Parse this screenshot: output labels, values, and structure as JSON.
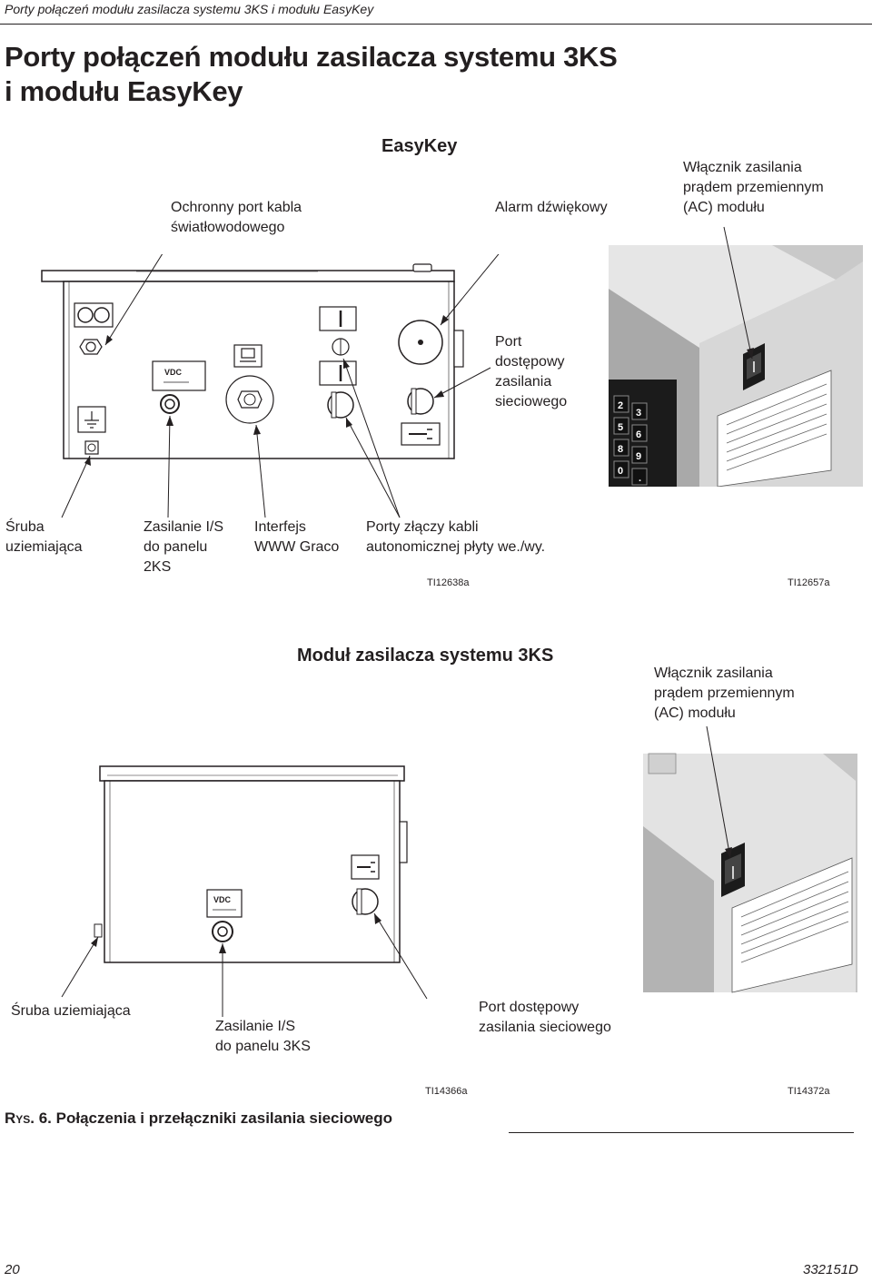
{
  "header": {
    "running_title": "Porty połączeń modułu zasilacza systemu 3KS i modułu EasyKey"
  },
  "title": {
    "line1": "Porty połączeń modułu zasilacza systemu 3KS",
    "line2": "i modułu EasyKey"
  },
  "section1": {
    "heading": "EasyKey",
    "callouts": {
      "fiber_port": [
        "Ochronny port kabla",
        "światłowodowego"
      ],
      "alarm": [
        "Alarm dźwiękowy"
      ],
      "ac_switch": [
        "Włącznik zasilania",
        "prądem przemiennym",
        "(AC) modułu"
      ],
      "mains_port": [
        "Port",
        "dostępowy",
        "zasilania",
        "sieciowego"
      ],
      "ground_screw": [
        "Śruba",
        "uziemiająca"
      ],
      "power_2ks": [
        "Zasilanie I/S",
        "do panelu",
        "2KS"
      ],
      "www": [
        "Interfejs",
        "WWW Graco"
      ],
      "io_ports": [
        "Porty złączy kabli",
        "autonomicznej płyty we./wy."
      ]
    },
    "figure_ids": {
      "left": "TI12638a",
      "right": "TI12657a"
    },
    "panel_text": {
      "vdc": "VDC",
      "keypad": [
        "2",
        "3",
        "5",
        "6",
        "8",
        "9",
        "0",
        "."
      ]
    }
  },
  "section2": {
    "heading": "Moduł zasilacza systemu 3KS",
    "callouts": {
      "ac_switch": [
        "Włącznik zasilania",
        "prądem przemiennym",
        "(AC) modułu"
      ],
      "ground_screw": [
        "Śruba uziemiająca"
      ],
      "power_3ks": [
        "Zasilanie I/S",
        "do panelu 3KS"
      ],
      "mains_port": [
        "Port dostępowy",
        "zasilania sieciowego"
      ]
    },
    "figure_ids": {
      "left": "TI14366a",
      "right": "TI14372a"
    },
    "panel_text": {
      "vdc": "VDC"
    }
  },
  "caption": {
    "prefix": "Rys. 6.",
    "text": "Połączenia i przełączniki zasilania sieciowego"
  },
  "footer": {
    "page_number": "20",
    "doc_number": "332151D"
  }
}
